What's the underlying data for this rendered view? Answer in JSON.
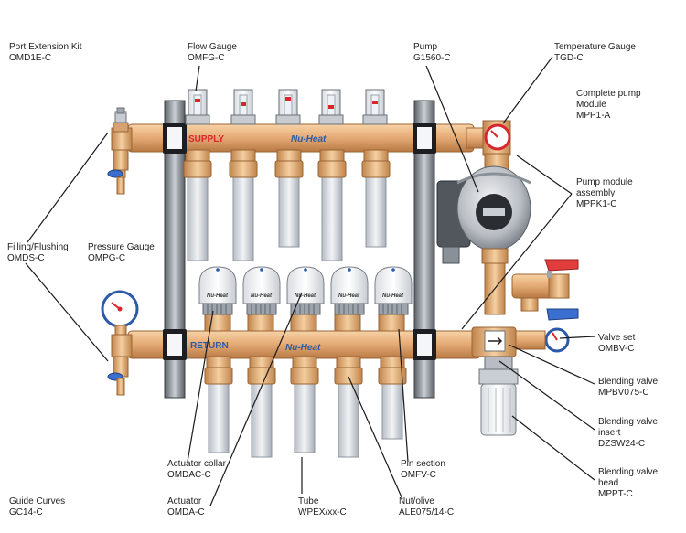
{
  "labels": {
    "port_ext": {
      "name": "Port Extension Kit",
      "code": "OMD1E-C"
    },
    "flow_gauge": {
      "name": "Flow Gauge",
      "code": "OMFG-C"
    },
    "pump": {
      "name": "Pump",
      "code": "G1560-C"
    },
    "temp_gauge": {
      "name": "Temperature Gauge",
      "code": "TGD-C"
    },
    "pump_module": {
      "line1": "Complete pump",
      "line2": "Module",
      "code": "MPP1-A"
    },
    "pump_assembly": {
      "line1": "Pump module",
      "line2": "assembly",
      "code": "MPPK1-C"
    },
    "filling": {
      "name": "Filling/Flushing",
      "code": "OMDS-C"
    },
    "pressure": {
      "name": "Pressure Gauge",
      "code": "OMPG-C"
    },
    "valve_set": {
      "name": "Valve set",
      "code": "OMBV-C"
    },
    "blending_valve": {
      "name": "Blending valve",
      "code": "MPBV075-C"
    },
    "blending_insert": {
      "line1": "Blending valve",
      "line2": "insert",
      "code": "DZSW24-C"
    },
    "blending_head": {
      "line1": "Blending valve",
      "line2": "head",
      "code": "MPPT-C"
    },
    "actuator_collar": {
      "name": "Actuator collar",
      "code": "OMDAC-C"
    },
    "pin_section": {
      "name": "Pin section",
      "code": "OMFV-C"
    },
    "guide_curves": {
      "name": "Guide Curves",
      "code": "GC14-C"
    },
    "actuator": {
      "name": "Actuator",
      "code": "OMDA-C"
    },
    "tube": {
      "name": "Tube",
      "code": "WPEX/xx-C"
    },
    "nut_olive": {
      "name": "Nut/olive",
      "code": "ALE075/14-C"
    }
  },
  "manifold": {
    "supply_label": "SUPPLY",
    "return_label": "RETURN",
    "brand": "Nu-Heat",
    "actuator_brand": "Nu-Heat"
  },
  "colors": {
    "brass": "#e7ad78",
    "supply_text": "#d8262c",
    "return_text": "#2d5aa8",
    "valve_red": "#e23d3d",
    "valve_blue": "#3a6fd0"
  }
}
